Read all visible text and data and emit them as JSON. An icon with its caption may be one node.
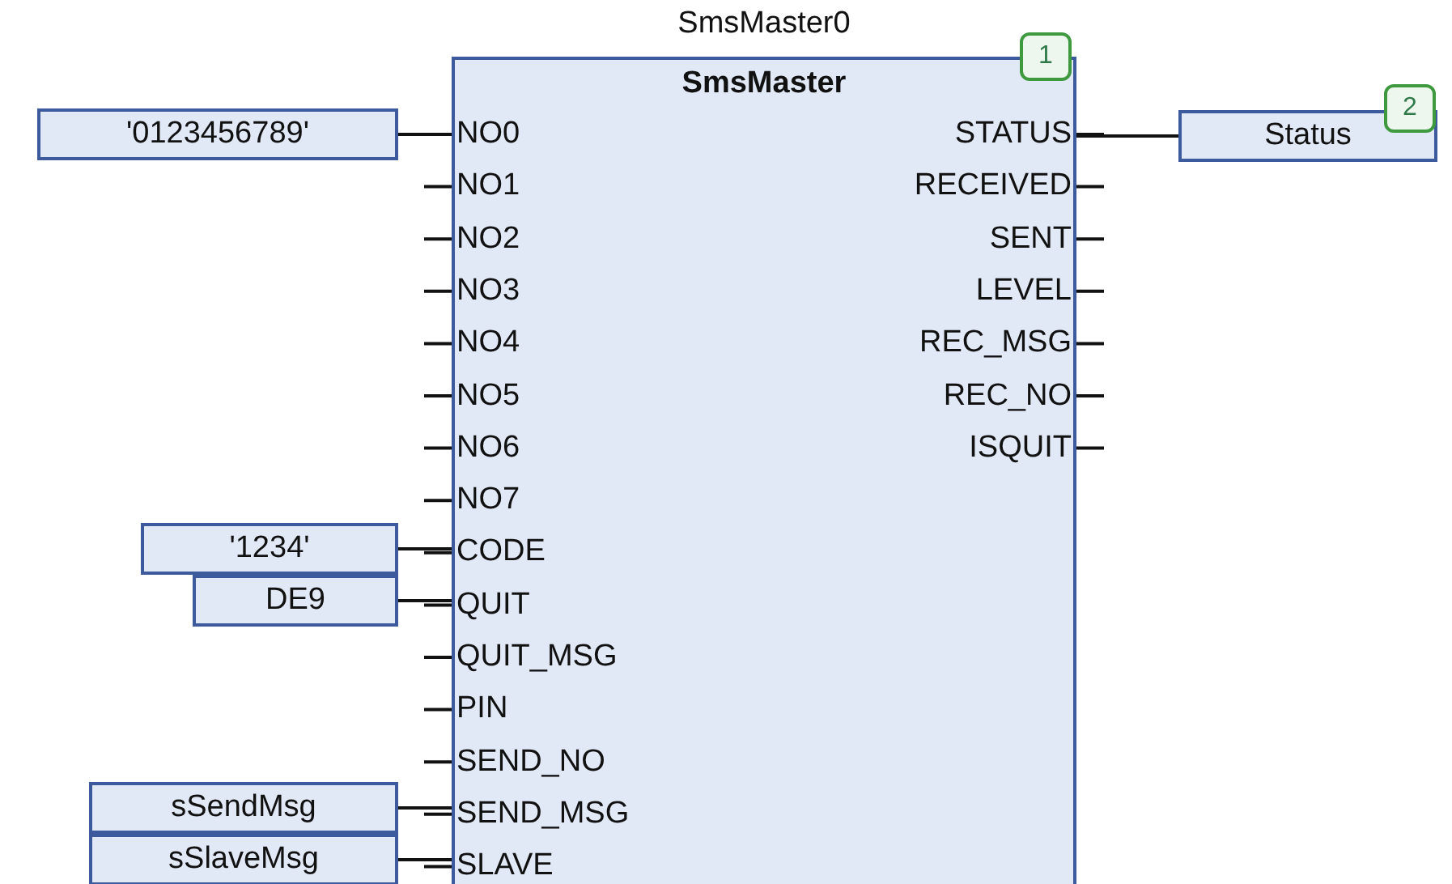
{
  "diagram": {
    "nodes": [
      {
        "text": [
          "SmsMaster0",
          "SmsMaster"
        ],
        "beside": [
          "1"
        ]
      },
      {
        "text": [
          "'0123456789'"
        ]
      },
      {
        "text": [
          "'1234'"
        ]
      },
      {
        "text": [
          "DE9"
        ]
      },
      {
        "text": [
          "sSendMsg"
        ]
      },
      {
        "text": [
          "sSlaveMsg"
        ]
      },
      {
        "text": [
          "Status"
        ],
        "beside": [
          "2"
        ]
      }
    ],
    "edges": [
      {
        "from": 1,
        "to": 0,
        "arrow": "none"
      },
      {
        "from": 2,
        "to": 0,
        "arrow": "none"
      },
      {
        "from": 3,
        "to": 0,
        "arrow": "none"
      },
      {
        "from": 4,
        "to": 0,
        "arrow": "none"
      },
      {
        "from": 5,
        "to": 0,
        "arrow": "none"
      },
      {
        "from": 0,
        "to": 6,
        "arrow": "none"
      }
    ],
    "labels": [
      "NO0",
      "STATUS",
      "NO1",
      "RECEIVED",
      "NO2",
      "SENT",
      "NO3",
      "LEVEL",
      "NO4",
      "REC_MSG",
      "NO5",
      "REC_NO",
      "NO6",
      "ISQUIT",
      "NO7",
      "CODE",
      "QUIT",
      "QUIT_MSG",
      "PIN",
      "SEND_NO",
      "SEND_MSG",
      "SLAVE"
    ]
  }
}
